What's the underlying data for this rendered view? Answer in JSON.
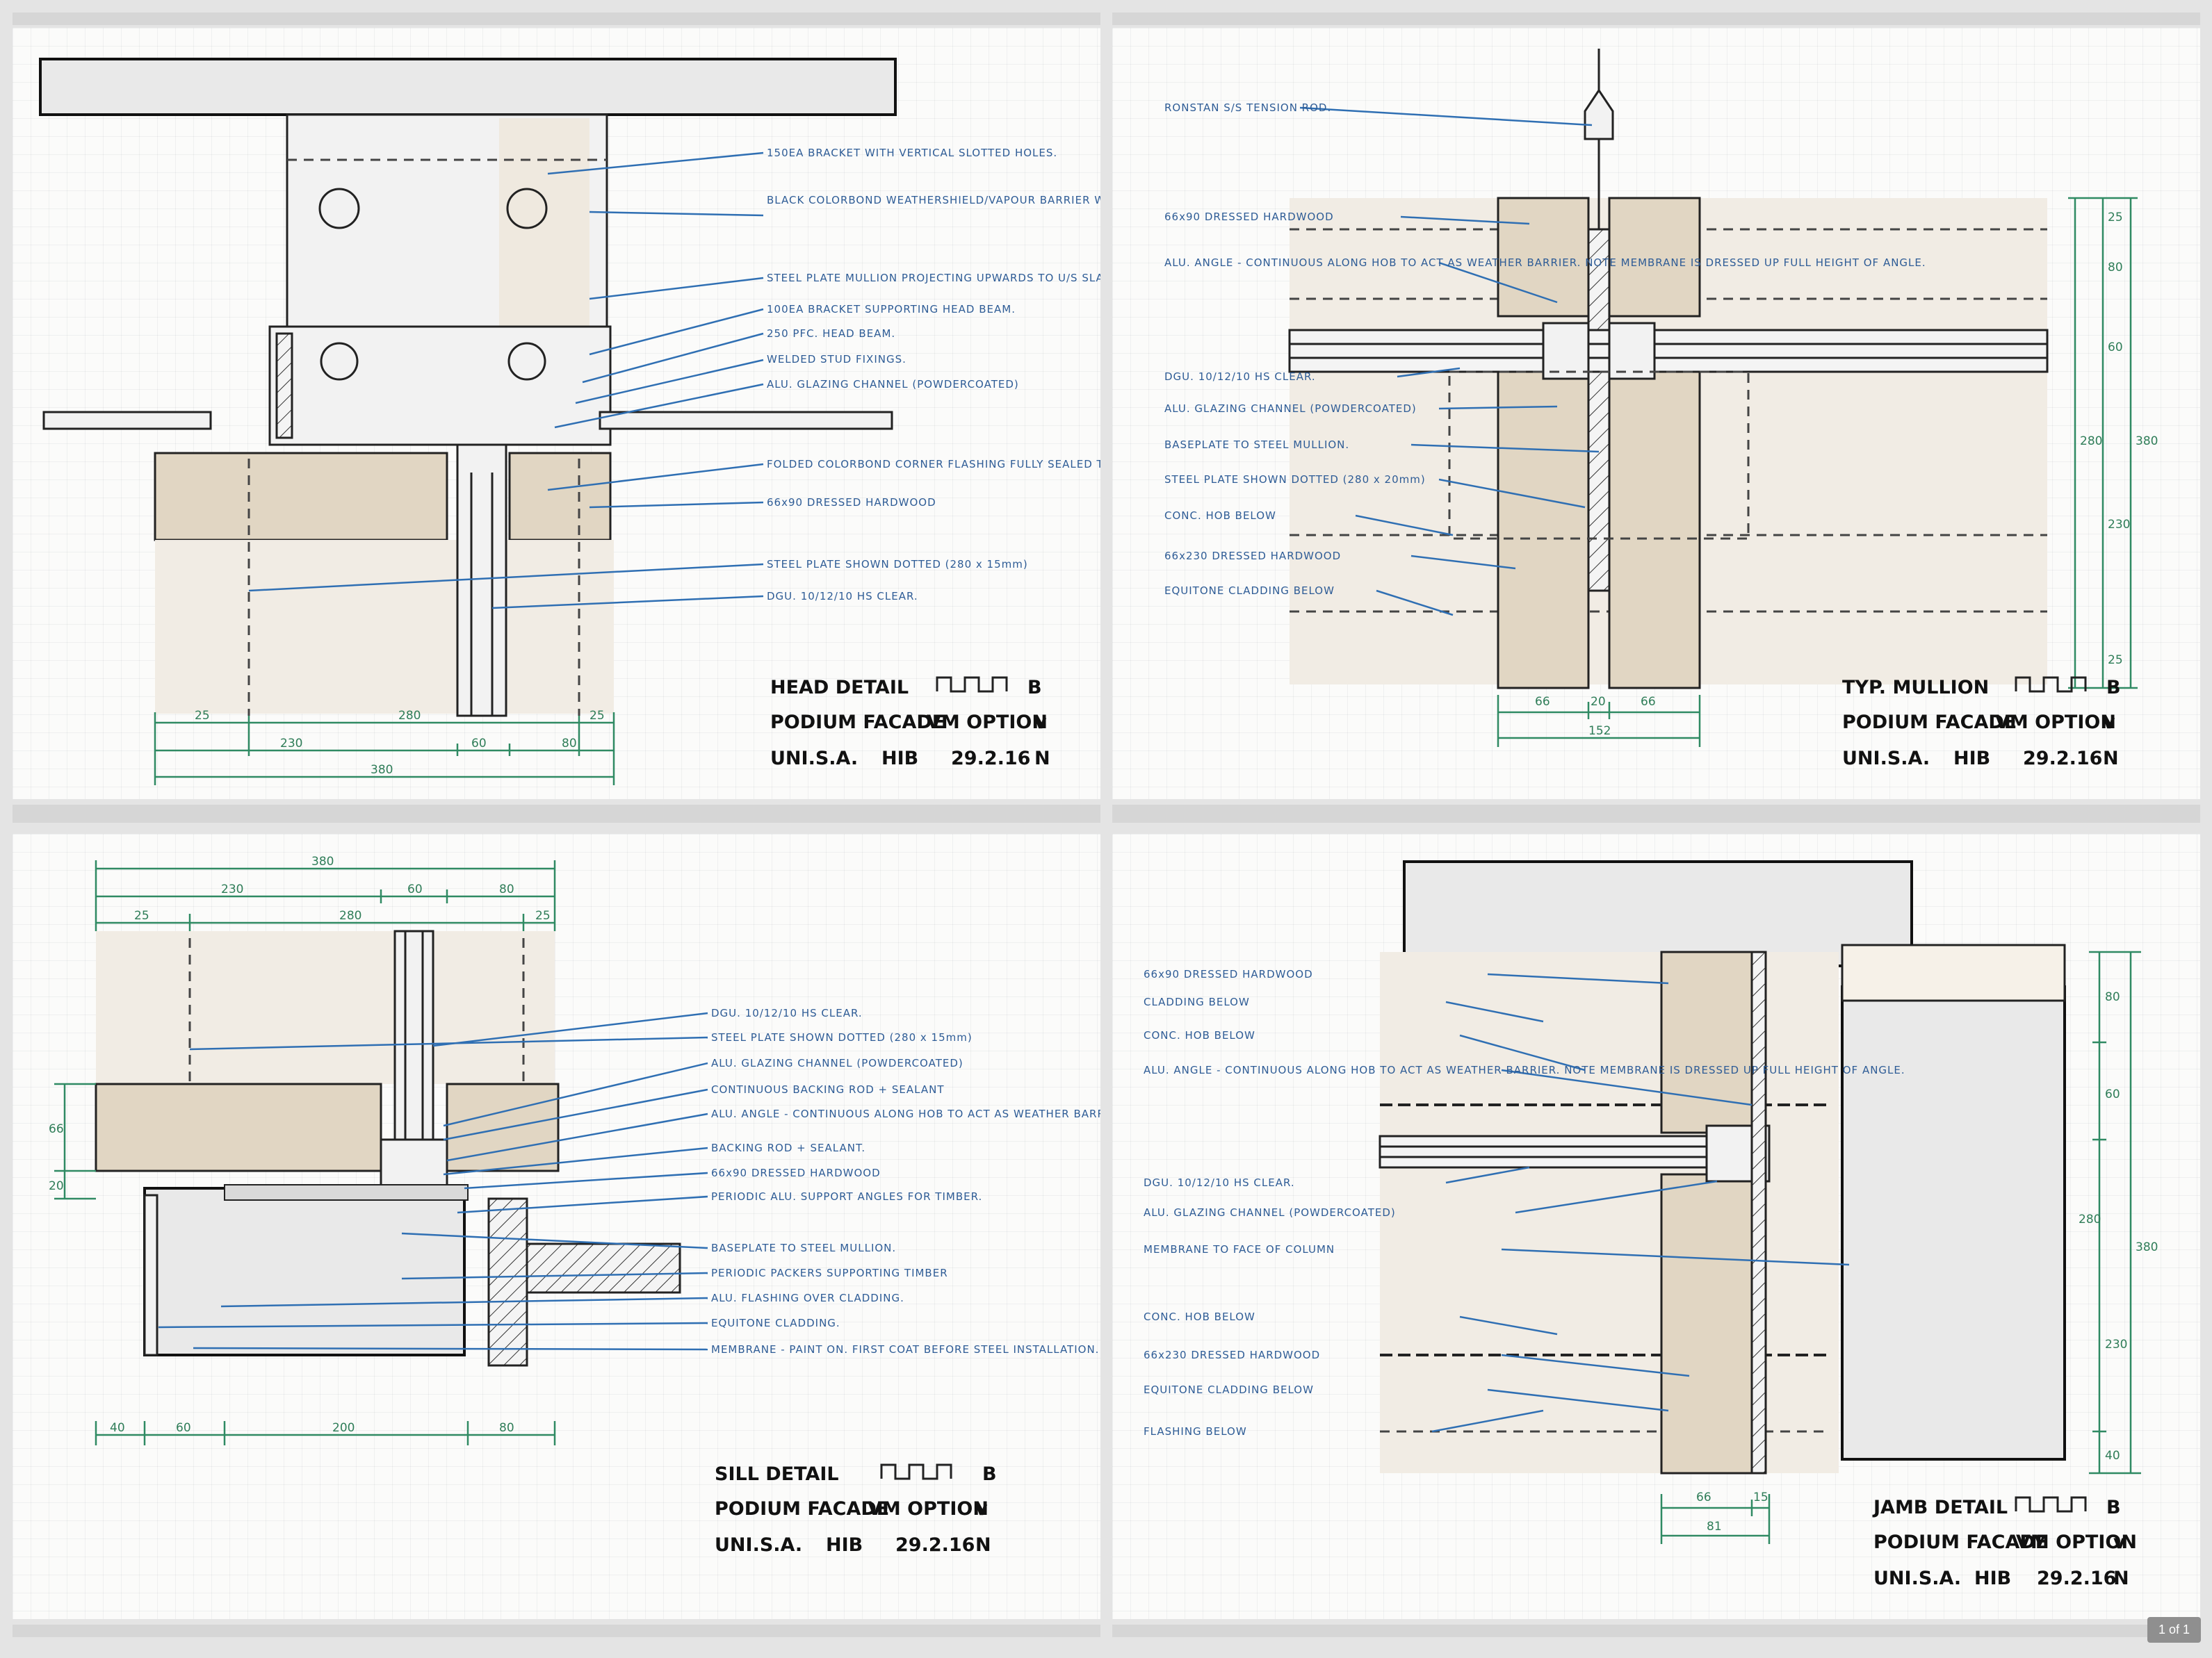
{
  "sheets": {
    "head": {
      "title": "HEAD DETAIL",
      "scale_letter": "B",
      "project": "PODIUM FACADE",
      "option": "VM OPTION",
      "check": "v",
      "client": "UNI.S.A.",
      "author": "HIB",
      "date": "29.2.16",
      "mark": "N",
      "notes": [
        "150EA BRACKET WITH VERTICAL SLOTTED HOLES.",
        "BLACK COLORBOND WEATHERSHIELD/VAPOUR BARRIER WITH FOLDED CREASES TO ALLOW FOR VERTICAL MOVEMENT. FULLY SEALED TO ALL ADJOINING SURFACES",
        "STEEL PLATE MULLION PROJECTING UPWARDS TO U/S SLAB.",
        "100EA BRACKET SUPPORTING HEAD BEAM.",
        "250 PFC. HEAD BEAM.",
        "WELDED STUD FIXINGS.",
        "ALU. GLAZING CHANNEL (POWDERCOATED)",
        "FOLDED COLORBOND CORNER FLASHING FULLY SEALED TO STEEL + CONCRETE.",
        "66x90 DRESSED HARDWOOD",
        "STEEL PLATE SHOWN DOTTED (280 x 15mm)",
        "DGU. 10/12/10 HS CLEAR."
      ],
      "dims": {
        "top": [
          "25",
          "280",
          "25"
        ],
        "mid": [
          "230",
          "60",
          "80"
        ],
        "total": "380"
      }
    },
    "mullion": {
      "title": "TYP. MULLION",
      "scale_letter": "B",
      "project": "PODIUM FACADE",
      "option": "VM OPTION",
      "check": "v",
      "client": "UNI.S.A.",
      "author": "HIB",
      "date": "29.2.16",
      "mark": "N",
      "notes": [
        "RONSTAN S/S TENSION ROD.",
        "66x90 DRESSED HARDWOOD",
        "ALU. ANGLE - CONTINUOUS ALONG HOB TO ACT AS WEATHER BARRIER. NOTE MEMBRANE IS DRESSED UP FULL HEIGHT OF ANGLE.",
        "DGU. 10/12/10 HS CLEAR.",
        "ALU. GLAZING CHANNEL (POWDERCOATED)",
        "BASEPLATE TO STEEL MULLION.",
        "STEEL PLATE SHOWN DOTTED (280 x 20mm)",
        "CONC. HOB BELOW",
        "66x230 DRESSED HARDWOOD",
        "EQUITONE CLADDING BELOW"
      ],
      "dims": {
        "bottom": [
          "66",
          "20",
          "66"
        ],
        "total": "152",
        "side": [
          "25",
          "80",
          "60",
          "230",
          "25"
        ],
        "side_total_a": "280",
        "side_total_b": "380"
      }
    },
    "sill": {
      "title": "SILL DETAIL",
      "scale_letter": "B",
      "project": "PODIUM FACADE",
      "option": "VM OPTION",
      "check": "v",
      "client": "UNI.S.A.",
      "author": "HIB",
      "date": "29.2.16",
      "mark": "N",
      "notes": [
        "DGU. 10/12/10 HS CLEAR.",
        "STEEL PLATE SHOWN DOTTED (280 x 15mm)",
        "ALU. GLAZING CHANNEL (POWDERCOATED)",
        "CONTINUOUS BACKING ROD + SEALANT",
        "ALU. ANGLE - CONTINUOUS ALONG HOB TO ACT AS WEATHER BARRIER.",
        "BACKING ROD + SEALANT.",
        "66x90 DRESSED HARDWOOD",
        "PERIODIC ALU. SUPPORT ANGLES FOR TIMBER.",
        "BASEPLATE TO STEEL MULLION.",
        "PERIODIC PACKERS SUPPORTING TIMBER",
        "ALU. FLASHING OVER CLADDING.",
        "EQUITONE CLADDING.",
        "MEMBRANE - PAINT ON. FIRST COAT BEFORE STEEL INSTALLATION. SECOND COAT AFTER TO COVER STEEL BASEPLATE AND FIXINGS."
      ],
      "dims": {
        "total": "380",
        "mid": [
          "230",
          "60",
          "80"
        ],
        "top": [
          "25",
          "280",
          "25"
        ],
        "bottom": [
          "40",
          "60",
          "200",
          "80"
        ],
        "side": [
          "66",
          "20"
        ]
      }
    },
    "jamb": {
      "title": "JAMB DETAIL",
      "scale_letter": "B",
      "project": "PODIUM FACADE",
      "option": "VM OPTION",
      "check": "v",
      "client": "UNI.S.A.",
      "author": "HIB",
      "date": "29.2.16",
      "mark": "N",
      "notes": [
        "66x90 DRESSED HARDWOOD",
        "CLADDING BELOW",
        "CONC. HOB BELOW",
        "ALU. ANGLE - CONTINUOUS ALONG HOB TO ACT AS WEATHER BARRIER. NOTE MEMBRANE IS DRESSED UP FULL HEIGHT OF ANGLE.",
        "DGU. 10/12/10 HS CLEAR.",
        "ALU. GLAZING CHANNEL (POWDERCOATED)",
        "MEMBRANE TO FACE OF COLUMN",
        "CONC. HOB BELOW",
        "66x230 DRESSED HARDWOOD",
        "EQUITONE CLADDING BELOW",
        "FLASHING BELOW"
      ],
      "dims": {
        "bottom": [
          "66",
          "15"
        ],
        "total": "81",
        "side": [
          "80",
          "60",
          "230",
          "40"
        ],
        "side_total_a": "280",
        "side_total_b": "380"
      }
    }
  },
  "page_indicator": "1 of 1"
}
